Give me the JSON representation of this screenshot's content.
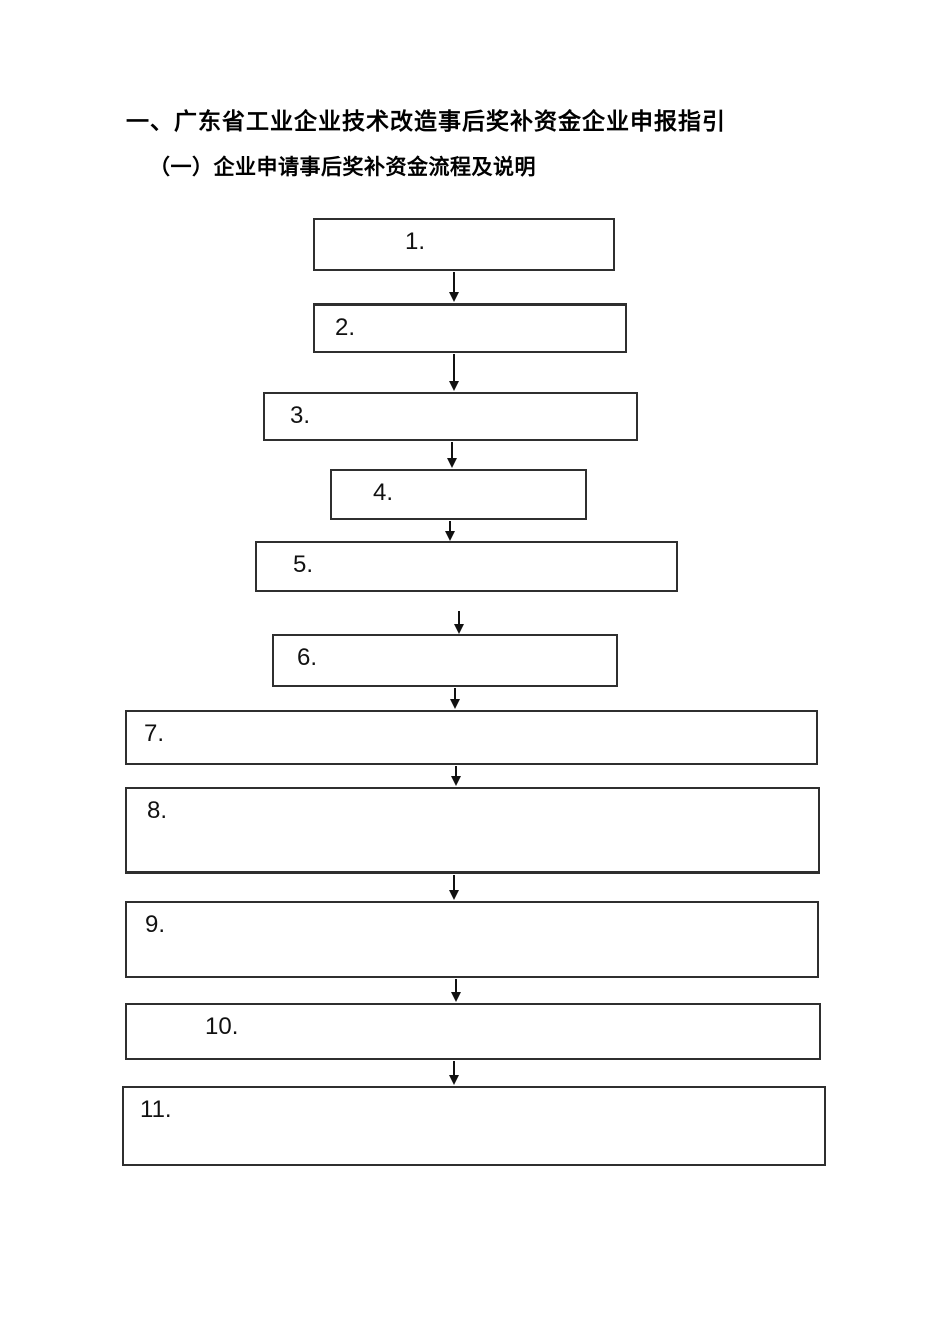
{
  "page": {
    "title": "一、广东省工业企业技术改造事后奖补资金企业申报指引",
    "subtitle": "（一）企业申请事后奖补资金流程及说明"
  },
  "flowchart": {
    "steps": [
      {
        "label": "1."
      },
      {
        "label": "2."
      },
      {
        "label": "3."
      },
      {
        "label": "4."
      },
      {
        "label": "5."
      },
      {
        "label": "6."
      },
      {
        "label": "7."
      },
      {
        "label": "8."
      },
      {
        "label": "9."
      },
      {
        "label": "10."
      },
      {
        "label": "11."
      }
    ]
  },
  "colors": {
    "background": "#ffffff",
    "box_border": "#2f2f2f",
    "text": "#000000"
  }
}
